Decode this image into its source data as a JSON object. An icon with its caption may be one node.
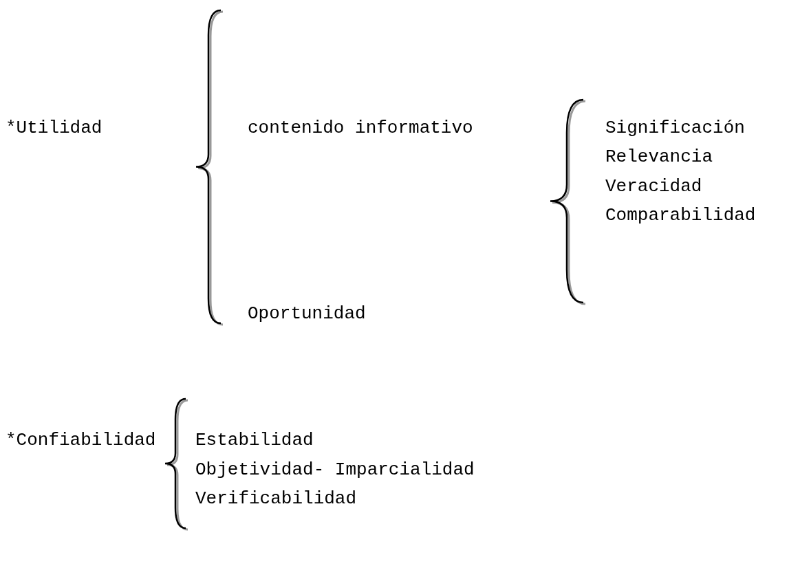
{
  "diagram": {
    "labels": [
      "*Utilidad",
      "contenido informativo",
      "Significación",
      "Relevancia",
      "Veracidad",
      "Comparabilidad",
      "Oportunidad",
      "*Confiabilidad",
      "Estabilidad",
      "Objetividad- Imparcialidad",
      "Verificabilidad"
    ]
  }
}
